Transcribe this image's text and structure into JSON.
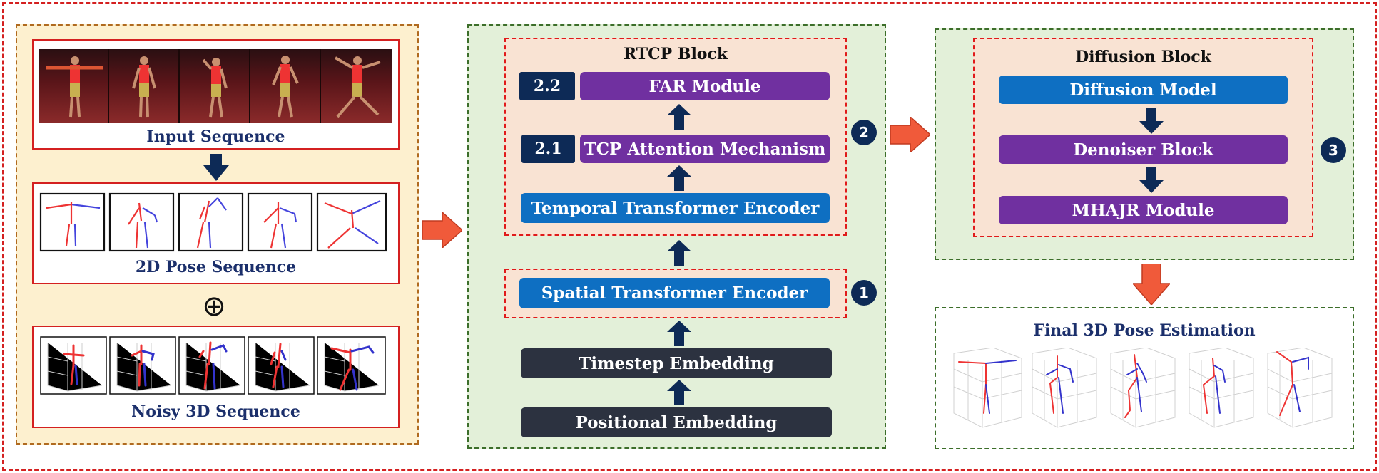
{
  "left_panel": {
    "input_caption": "Input Sequence",
    "pose2d_caption": "2D Pose Sequence",
    "noisy3d_caption": "Noisy 3D Sequence",
    "plus_symbol": "⊕"
  },
  "middle_panel": {
    "rtcp_title": "RTCP Block",
    "far_tag": "2.2",
    "far_label": "FAR Module",
    "tcp_tag": "2.1",
    "tcp_label": "TCP Attention Mechanism",
    "temporal_label": "Temporal Transformer Encoder",
    "spatial_label": "Spatial Transformer Encoder",
    "timestep_label": "Timestep Embedding",
    "positional_label": "Positional Embedding",
    "badge_2": "2",
    "badge_1": "1"
  },
  "right_panel": {
    "diffusion_title": "Diffusion Block",
    "diffusion_model_label": "Diffusion Model",
    "denoiser_label": "Denoiser Block",
    "mhajr_label": "MHAJR Module",
    "badge_3": "3",
    "final_title": "Final 3D Pose Estimation"
  },
  "colors": {
    "blue_box": "#0e6fc2",
    "purple_box": "#7030a0",
    "dark_box": "#2c3240",
    "navy": "#0d2a56",
    "arrow_orange": "#f05a3a",
    "dashed_red": "#d42020"
  }
}
